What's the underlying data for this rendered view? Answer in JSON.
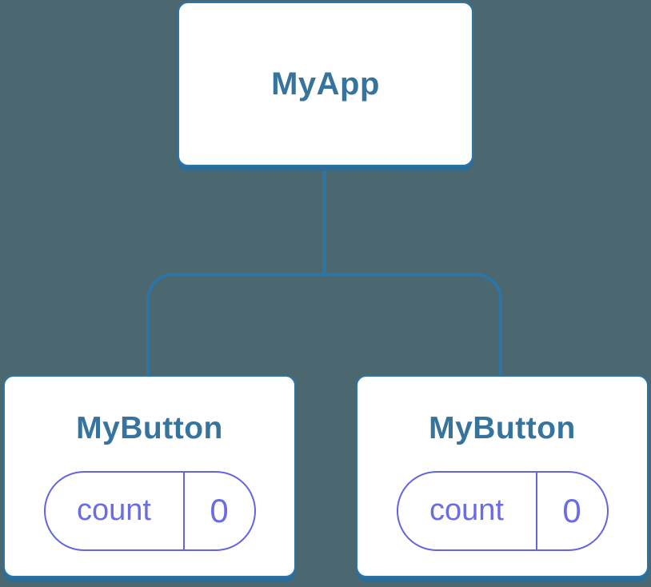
{
  "diagram": {
    "type": "component-tree",
    "colors": {
      "background": "#4b6871",
      "line_blue": "#2e74a4",
      "shadow_blue": "#2c6c99",
      "text_blue": "#36749e",
      "purple": "#6364e0",
      "purple_text": "#6a6ce6",
      "card_bg": "#ffffff"
    },
    "root": {
      "label": "MyApp"
    },
    "children": [
      {
        "label": "MyButton",
        "state": {
          "name": "count",
          "value": "0"
        }
      },
      {
        "label": "MyButton",
        "state": {
          "name": "count",
          "value": "0"
        }
      }
    ]
  }
}
